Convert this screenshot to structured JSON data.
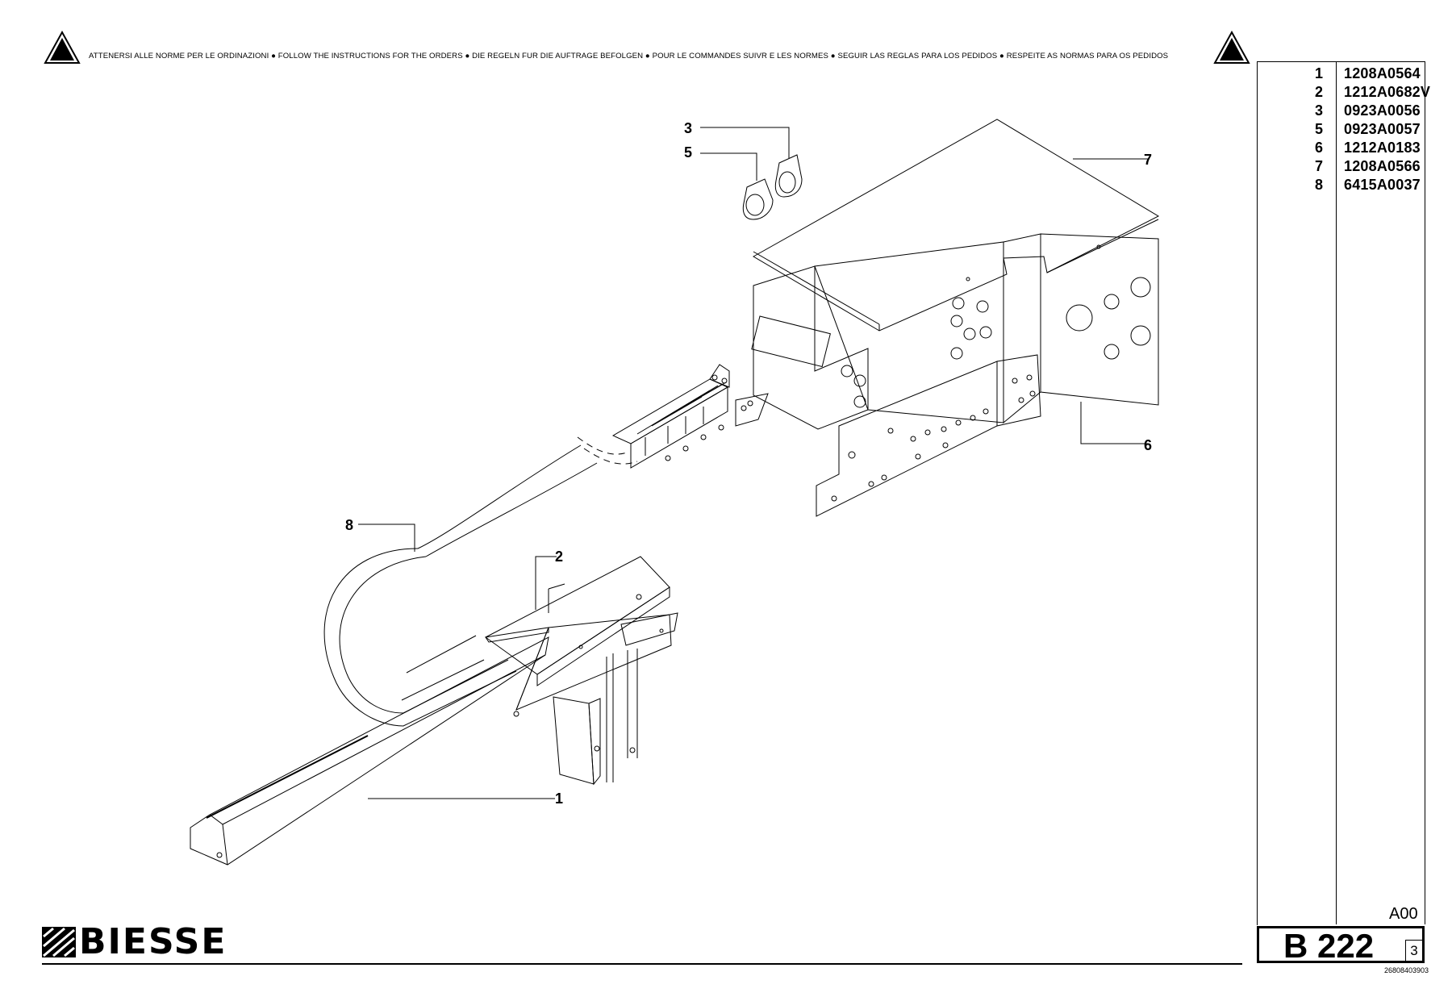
{
  "header": {
    "notice": "ATTENERSI ALLE NORME PER LE ORDINAZIONI  ●  FOLLOW THE INSTRUCTIONS FOR THE ORDERS ●  DIE REGELN FUR DIE AUFTRAGE BEFOLGEN ●  POUR LE COMMANDES SUIVR E LES NORMES ●  SEGUIR LAS REGLAS PARA LOS PEDIDOS ●  RESPEITE AS NORMAS PARA OS PEDIDOS",
    "warning_icon": "warning-triangle-icon"
  },
  "callouts": {
    "c1": "1",
    "c2": "2",
    "c3": "3",
    "c5": "5",
    "c6": "6",
    "c7": "7",
    "c8": "8"
  },
  "parts": [
    {
      "num": "1",
      "code": "1208A0564"
    },
    {
      "num": "2",
      "code": "1212A0682V"
    },
    {
      "num": "3",
      "code": "0923A0056"
    },
    {
      "num": "5",
      "code": "0923A0057"
    },
    {
      "num": "6",
      "code": "1212A0183"
    },
    {
      "num": "7",
      "code": "1208A0566"
    },
    {
      "num": "8",
      "code": "6415A0037"
    }
  ],
  "footer": {
    "brand": "BIESSE",
    "revision": "A00",
    "code": "B 222",
    "sheet": "3",
    "drawing_number": "26808403903"
  }
}
